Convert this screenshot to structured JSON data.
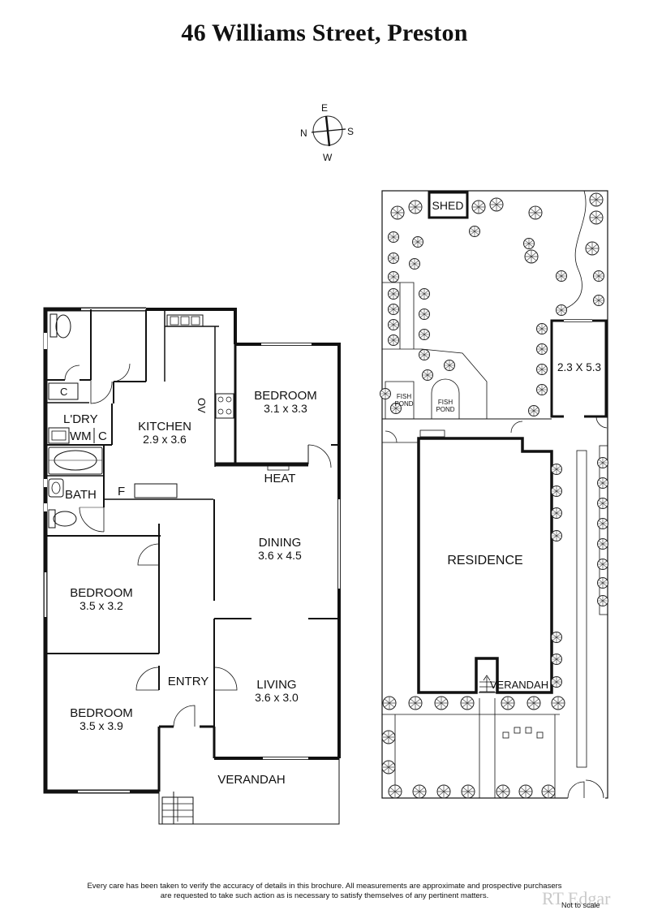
{
  "title": "46 Williams Street, Preston",
  "compass": {
    "n": "N",
    "e": "E",
    "s": "S",
    "w": "W"
  },
  "floorplan": {
    "laundry": "L'DRY",
    "wm": "WM",
    "cupboard": "C",
    "bath": "BATH",
    "fridge": "F",
    "kitchen": {
      "name": "KITCHEN",
      "size": "2.9 x 3.6"
    },
    "oven": "OV",
    "bedroom1": {
      "name": "BEDROOM",
      "size": "3.1 x 3.3"
    },
    "heat": "HEAT",
    "dining": {
      "name": "DINING",
      "size": "3.6 x 4.5"
    },
    "bedroom2": {
      "name": "BEDROOM",
      "size": "3.5 x 3.2"
    },
    "entry": "ENTRY",
    "living": {
      "name": "LIVING",
      "size": "3.6 x 3.0"
    },
    "bedroom3": {
      "name": "BEDROOM",
      "size": "3.5 x 3.9"
    },
    "verandah": "VERANDAH"
  },
  "siteplan": {
    "shed": "SHED",
    "outbuilding": "2.3 X 5.3",
    "fish_pond_1": [
      "FISH",
      "POND"
    ],
    "fish_pond_2": [
      "FISH",
      "POND"
    ],
    "residence": "RESIDENCE",
    "verandah": "VERANDAH"
  },
  "disclaimer": [
    "Every care has been taken to verify the accuracy of details in this brochure.  All measurements are approximate and prospective purchasers",
    "are requested to take such action as is necessary to satisfy themselves of any pertinent matters."
  ],
  "brand": "RT Edgar",
  "not_to_scale": "Not to scale"
}
